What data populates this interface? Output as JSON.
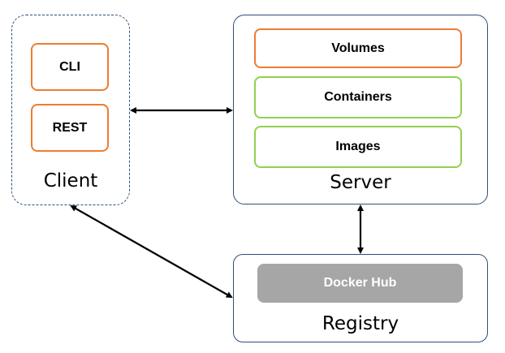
{
  "client": {
    "label": "Client",
    "items": [
      "CLI",
      "REST"
    ]
  },
  "server": {
    "label": "Server",
    "items": [
      "Volumes",
      "Containers",
      "Images"
    ]
  },
  "registry": {
    "label": "Registry",
    "items": [
      "Docker Hub"
    ]
  },
  "colors": {
    "outline": "#2f4e79",
    "orange": "#ec7d31",
    "green": "#92d050",
    "gray": "#a6a6a6"
  }
}
